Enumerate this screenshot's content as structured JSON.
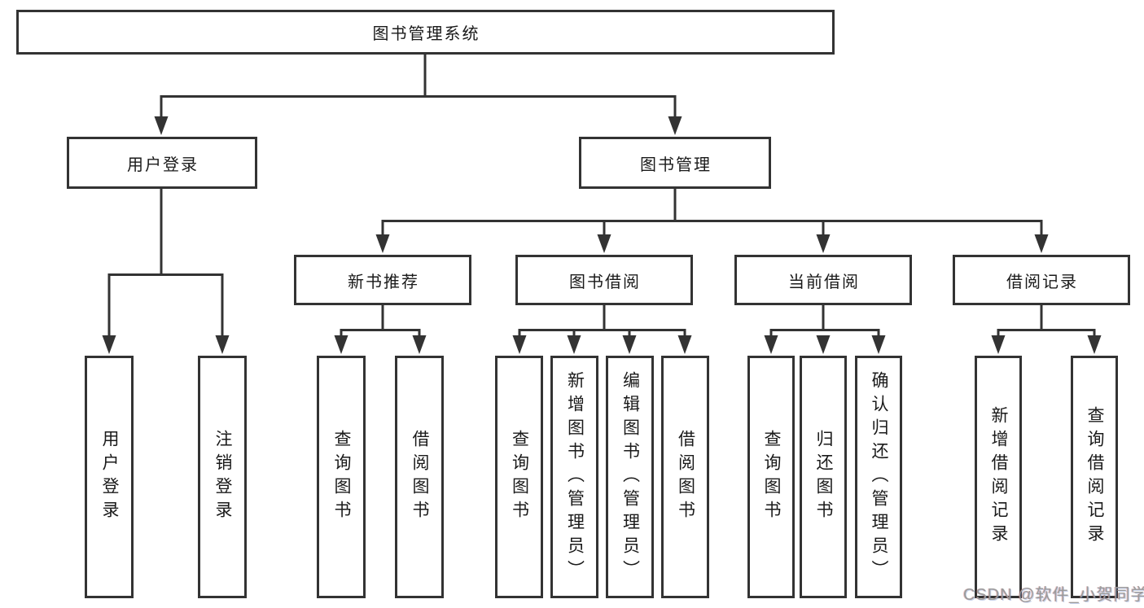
{
  "colors": {
    "line": "#333333",
    "box_border": "#333333",
    "box_fill": "#ffffff",
    "text": "#1a1a1a",
    "watermark_text": "#9b9b9b"
  },
  "tree": {
    "root": {
      "label": "图书管理系统"
    },
    "branches": [
      {
        "label": "用户登录",
        "children": [
          "用户登录",
          "注销登录"
        ]
      },
      {
        "label": "图书管理",
        "children": [
          {
            "label": "新书推荐",
            "children": [
              "查询图书",
              "借阅图书"
            ]
          },
          {
            "label": "图书借阅",
            "children": [
              "查询图书",
              "新增图书（管理员）",
              "编辑图书（管理员）",
              "借阅图书"
            ]
          },
          {
            "label": "当前借阅",
            "children": [
              "查询图书",
              "归还图书",
              "确认归还（管理员）"
            ]
          },
          {
            "label": "借阅记录",
            "children": [
              "新增借阅记录",
              "查询借阅记录"
            ]
          }
        ]
      }
    ]
  },
  "watermark": "CSDN @软件_小贺同学"
}
